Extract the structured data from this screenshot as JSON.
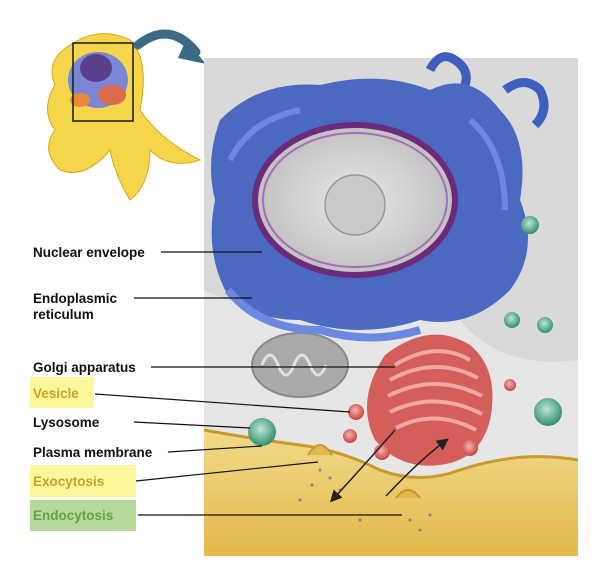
{
  "diagram": {
    "labels": [
      {
        "id": "nuclear-envelope",
        "text": "Nuclear envelope"
      },
      {
        "id": "er-line1",
        "text": "Endoplasmic"
      },
      {
        "id": "er-line2",
        "text": "reticulum"
      },
      {
        "id": "golgi",
        "text": "Golgi apparatus"
      },
      {
        "id": "vesicle",
        "text": "Vesicle"
      },
      {
        "id": "lysosome",
        "text": "Lysosome"
      },
      {
        "id": "plasma-membrane",
        "text": "Plasma membrane"
      },
      {
        "id": "exocytosis",
        "text": "Exocytosis"
      },
      {
        "id": "endocytosis",
        "text": "Endocytosis"
      }
    ],
    "highlight_colors": {
      "vesicle": "#fbf79a",
      "exocytosis": "#fbf79a",
      "endocytosis": "#b5d99a"
    },
    "highlight_text_colors": {
      "vesicle": "#c9a227",
      "exocytosis": "#c9a227",
      "endocytosis": "#6a9e4a"
    },
    "colors": {
      "er": "#3f5fbf",
      "nucleus_envelope": "#6b2a7a",
      "golgi": "#c94a48",
      "lysosome": "#3f9a7a",
      "cytoplasm": "#e7c25a",
      "arrow": "#3c6a85"
    }
  }
}
